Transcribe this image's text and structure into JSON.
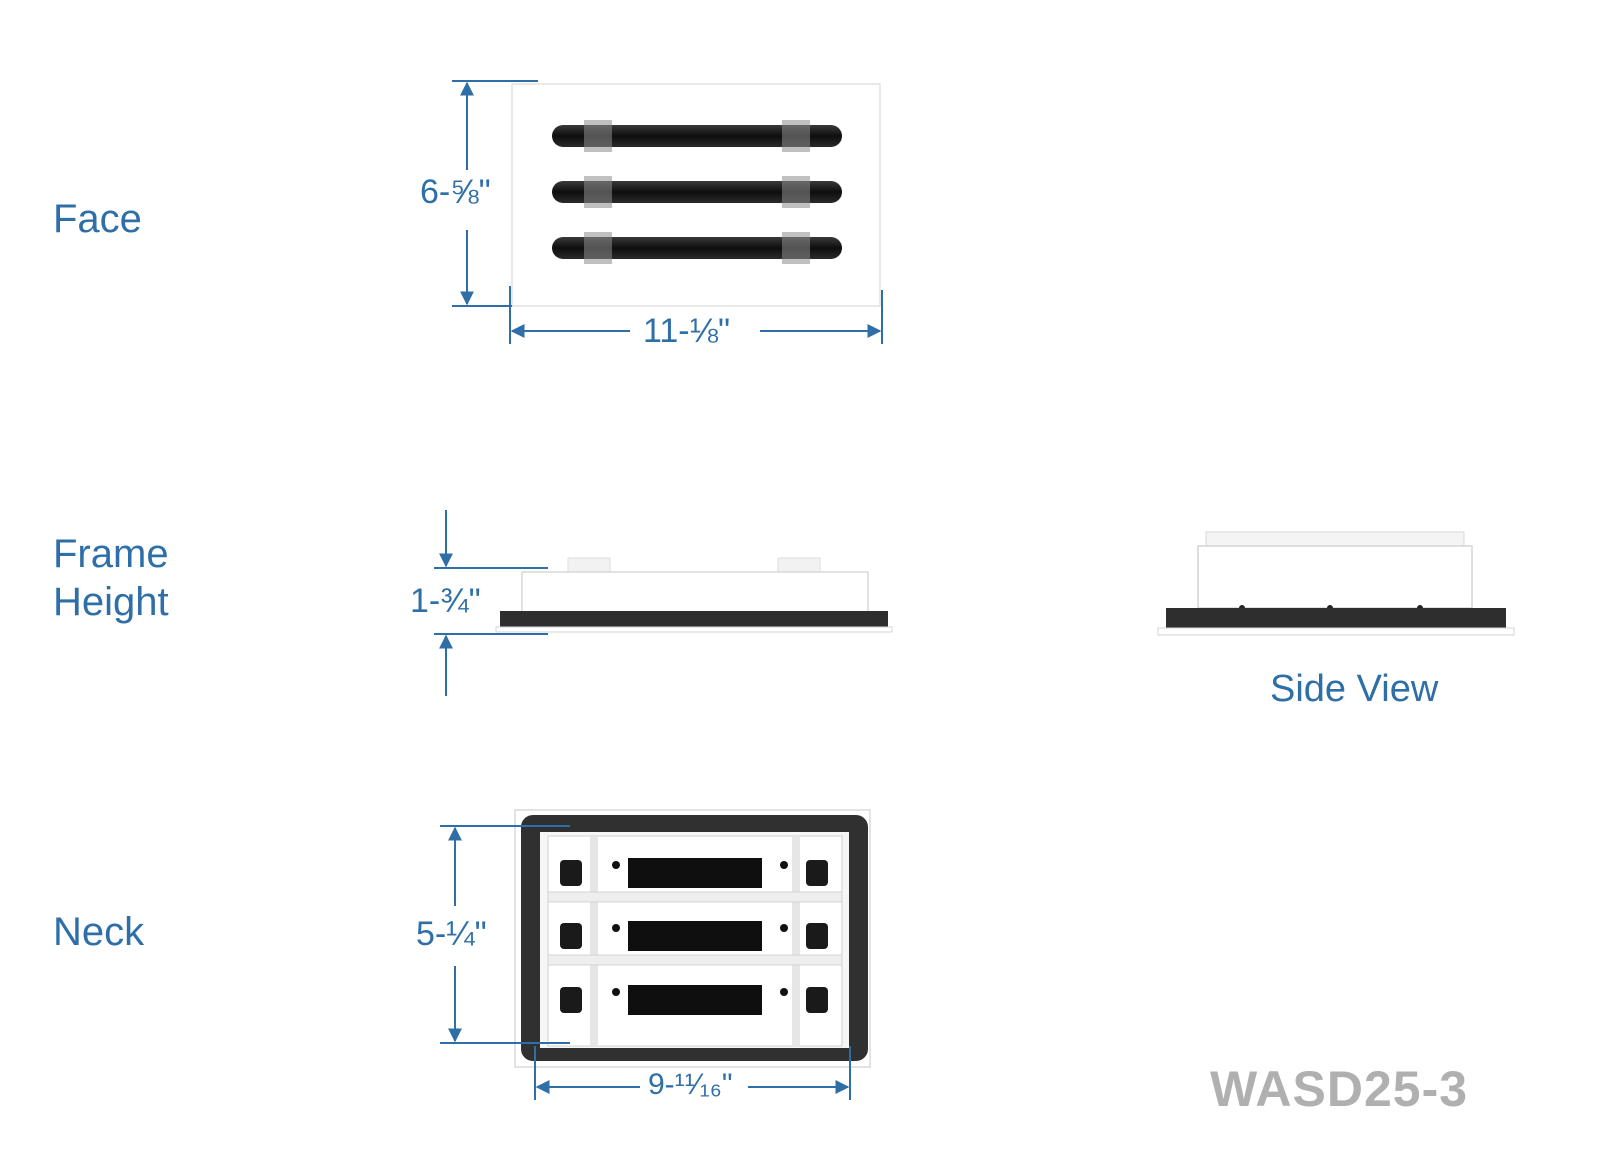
{
  "colors": {
    "accent": "#2f6fa8",
    "model": "#b0b0b0",
    "bar": "#151515",
    "gasket": "#333333"
  },
  "sections": {
    "face": {
      "label": "Face",
      "height_dim": "6-⅝\"",
      "width_dim": "11-⅛\""
    },
    "frame": {
      "label_line1": "Frame",
      "label_line2": "Height",
      "height_dim": "1-¾\""
    },
    "side": {
      "label": "Side View"
    },
    "neck": {
      "label": "Neck",
      "height_dim": "5-¼\"",
      "width_dim": "9-¹¹⁄₁₆\""
    }
  },
  "model": {
    "text": "WASD25-3"
  }
}
